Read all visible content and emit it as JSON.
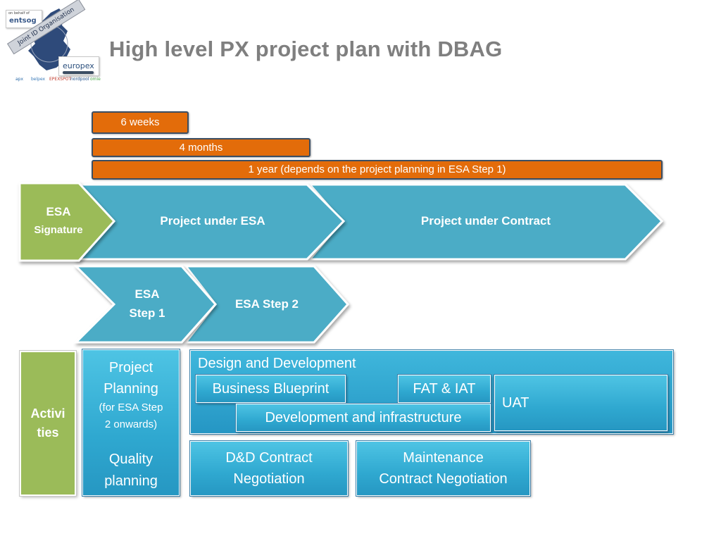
{
  "page": {
    "title": "High level PX project plan with DBAG"
  },
  "logos": {
    "entsog_small": "on behalf of",
    "entsog": "entsog",
    "joint": "Joint ID Organisation",
    "europex": "europex",
    "mini": [
      "apx",
      "belpex",
      "EPEXSPOT",
      "nordpool",
      "omie"
    ]
  },
  "timeline": {
    "bars": [
      "6 weeks",
      "4 months",
      "1 year (depends on the project planning in ESA Step 1)"
    ]
  },
  "phases": {
    "esa_signature": {
      "line1": "ESA",
      "line2": "Signature"
    },
    "project_under_esa": "Project under ESA",
    "project_under_contract": "Project under Contract",
    "esa_step1": {
      "line1": "ESA",
      "line2": "Step 1"
    },
    "esa_step2": "ESA Step 2"
  },
  "activities": {
    "label": {
      "line1": "Activi",
      "line2": "ties"
    },
    "project_planning": {
      "line1": "Project",
      "line2": "Planning",
      "line3": "(for ESA Step",
      "line4": "2 onwards)"
    },
    "quality_planning": {
      "line1": "Quality",
      "line2": "planning"
    },
    "design_development": "Design and Development",
    "business_blueprint": "Business Blueprint",
    "fat_iat": "FAT & IAT",
    "uat": "UAT",
    "dev_infra": "Development and infrastructure",
    "dd_contract": {
      "line1": "D&D Contract",
      "line2": "Negotiation"
    },
    "maint_contract": {
      "line1": "Maintenance",
      "line2": "Contract Negotiation"
    }
  },
  "colors": {
    "orange": "#e36c0a",
    "chevron_blue": "#4bacc6",
    "green": "#9bbb59",
    "activity_blue": "#31b0d8",
    "title_gray": "#7f7f7f"
  }
}
